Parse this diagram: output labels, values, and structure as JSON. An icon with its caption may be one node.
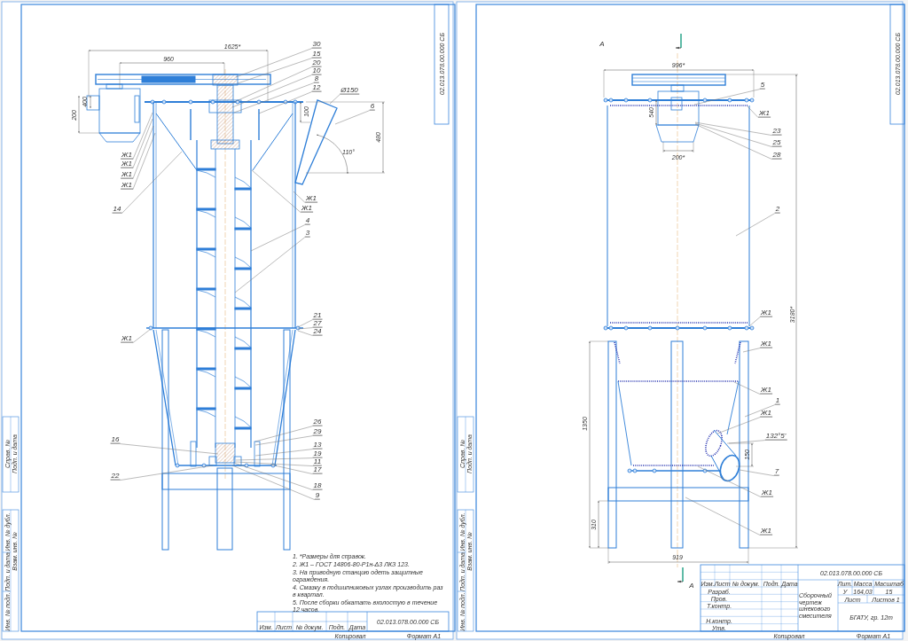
{
  "diagram": {
    "nodes": [
      {
        "text": [
          "30"
        ]
      },
      {
        "text": [
          "15"
        ]
      },
      {
        "text": [
          "20"
        ]
      },
      {
        "text": [
          "10"
        ]
      },
      {
        "text": [
          "8"
        ]
      },
      {
        "text": [
          "12"
        ]
      },
      {
        "text": [
          "Ж1"
        ]
      },
      {
        "text": [
          "Ж1"
        ]
      },
      {
        "text": [
          "Ж1"
        ]
      },
      {
        "text": [
          "Ж1"
        ]
      },
      {
        "text": [
          "14"
        ]
      },
      {
        "text": [
          "Ø150"
        ]
      },
      {
        "text": [
          "6"
        ]
      },
      {
        "text": [
          "Ж1"
        ]
      },
      {
        "text": [
          "Ж1"
        ]
      },
      {
        "text": [
          "4"
        ]
      },
      {
        "text": [
          "3"
        ]
      },
      {
        "text": [
          "21"
        ]
      },
      {
        "text": [
          "27"
        ]
      },
      {
        "text": [
          "24"
        ]
      },
      {
        "text": [
          "Ж1"
        ]
      },
      {
        "text": [
          "26"
        ]
      },
      {
        "text": [
          "29"
        ]
      },
      {
        "text": [
          "13"
        ]
      },
      {
        "text": [
          "19"
        ]
      },
      {
        "text": [
          "11"
        ]
      },
      {
        "text": [
          "17"
        ]
      },
      {
        "text": [
          "18"
        ]
      },
      {
        "text": [
          "9"
        ]
      },
      {
        "text": [
          "16"
        ]
      },
      {
        "text": [
          "22"
        ]
      },
      {
        "text": [
          "5"
        ]
      },
      {
        "text": [
          "Ж1"
        ]
      },
      {
        "text": [
          "23"
        ]
      },
      {
        "text": [
          "25"
        ]
      },
      {
        "text": [
          "28"
        ]
      },
      {
        "text": [
          "2"
        ]
      },
      {
        "text": [
          "Ж1"
        ]
      },
      {
        "text": [
          "Ж1"
        ]
      },
      {
        "text": [
          "Ж1"
        ]
      },
      {
        "text": [
          "1"
        ]
      },
      {
        "text": [
          "Ж1"
        ]
      },
      {
        "text": [
          "132°5'"
        ]
      },
      {
        "text": [
          "7"
        ]
      },
      {
        "text": [
          "Ж1"
        ]
      },
      {
        "text": [
          "Ж1"
        ]
      }
    ],
    "edges": [
      {
        "from": 0,
        "to": null,
        "arrow": "none"
      },
      {
        "from": 1,
        "to": null,
        "arrow": "none"
      },
      {
        "from": 2,
        "to": null,
        "arrow": "none"
      },
      {
        "from": 3,
        "to": null,
        "arrow": "none"
      },
      {
        "from": 4,
        "to": null,
        "arrow": "none"
      },
      {
        "from": 5,
        "to": null,
        "arrow": "none"
      },
      {
        "from": 6,
        "to": null,
        "arrow": "none"
      },
      {
        "from": 7,
        "to": null,
        "arrow": "none"
      },
      {
        "from": 8,
        "to": null,
        "arrow": "none"
      },
      {
        "from": 9,
        "to": null,
        "arrow": "none"
      },
      {
        "from": 10,
        "to": null,
        "arrow": "none"
      },
      {
        "from": 11,
        "to": null,
        "arrow": "none"
      },
      {
        "from": 12,
        "to": null,
        "arrow": "none"
      },
      {
        "from": 13,
        "to": null,
        "arrow": "none"
      },
      {
        "from": 14,
        "to": null,
        "arrow": "none"
      },
      {
        "from": 15,
        "to": null,
        "arrow": "none"
      },
      {
        "from": 16,
        "to": null,
        "arrow": "none"
      },
      {
        "from": 17,
        "to": null,
        "arrow": "none"
      },
      {
        "from": 18,
        "to": null,
        "arrow": "none"
      },
      {
        "from": 19,
        "to": null,
        "arrow": "none"
      },
      {
        "from": 20,
        "to": null,
        "arrow": "none"
      },
      {
        "from": 21,
        "to": null,
        "arrow": "none"
      },
      {
        "from": 22,
        "to": null,
        "arrow": "none"
      },
      {
        "from": 23,
        "to": null,
        "arrow": "none"
      },
      {
        "from": 24,
        "to": null,
        "arrow": "none"
      },
      {
        "from": 25,
        "to": null,
        "arrow": "none"
      },
      {
        "from": 26,
        "to": null,
        "arrow": "none"
      },
      {
        "from": 27,
        "to": null,
        "arrow": "none"
      },
      {
        "from": 28,
        "to": null,
        "arrow": "none"
      },
      {
        "from": 29,
        "to": null,
        "arrow": "none"
      },
      {
        "from": 30,
        "to": null,
        "arrow": "none"
      },
      {
        "from": 31,
        "to": null,
        "arrow": "none"
      },
      {
        "from": 32,
        "to": null,
        "arrow": "none"
      },
      {
        "from": 33,
        "to": null,
        "arrow": "none"
      },
      {
        "from": 34,
        "to": null,
        "arrow": "none"
      },
      {
        "from": 35,
        "to": null,
        "arrow": "none"
      },
      {
        "from": 36,
        "to": null,
        "arrow": "none"
      },
      {
        "from": 37,
        "to": null,
        "arrow": "none"
      },
      {
        "from": 38,
        "to": null,
        "arrow": "none"
      },
      {
        "from": 39,
        "to": null,
        "arrow": "none"
      },
      {
        "from": 40,
        "to": null,
        "arrow": "none"
      },
      {
        "from": 41,
        "to": null,
        "arrow": "none"
      },
      {
        "from": 42,
        "to": null,
        "arrow": "none"
      },
      {
        "from": 43,
        "to": null,
        "arrow": "none"
      },
      {
        "from": 44,
        "to": null,
        "arrow": "none"
      },
      {
        "from": 45,
        "to": null,
        "arrow": "none"
      }
    ],
    "labels": [
      "1625*",
      "960",
      "400",
      "200",
      "100",
      "480",
      "110°",
      "02.013.078.00.000 СБ",
      "1. *Размеры для справок.",
      "2. Ж1 – ГОСТ 14806-80-Р1н-Δ3 ЛКЗ 123.",
      "3. На приводную станцию одеть защитные ограждения.",
      "4. Смазку в подшипниковых узлах производить раз в квартал.",
      "5. После сборки обкатать вхолостую в течение 12 часов.",
      "Изм.",
      "Лист",
      "№ докум.",
      "Подп.",
      "Дата",
      "02.013.078.00.000 СБ",
      "Копировал",
      "Формат A1",
      "Справ. №",
      "Подп. и дата",
      "Инв. № дубл.",
      "Взам. инв. №",
      "Подп. и дата",
      "Инв. № подл.",
      "A",
      "996*",
      "540",
      "200*",
      "3180*",
      "150",
      "1350",
      "310",
      "919",
      "A",
      "02.013.078.00.000 СБ",
      "02.013.078.00.000 СБ",
      "Сборочный чертеж шнекового смесителя",
      "Лит.",
      "Масса",
      "Масштаб",
      "У",
      "164,03",
      "15",
      "Лист",
      "Листов 1",
      "БГАТУ, гр. 12т",
      "Изм.",
      "Лист",
      "№ докум.",
      "Подп.",
      "Дата",
      "Разраб.",
      "Пров.",
      "Т.контр.",
      "Н.контр.",
      "Утв.",
      "Копировал",
      "Формат A1",
      "Справ. №",
      "Подп. и дата",
      "Инв. № дубл.",
      "Взам. инв. №",
      "Подп. и дата",
      "Инв. № подл."
    ]
  }
}
